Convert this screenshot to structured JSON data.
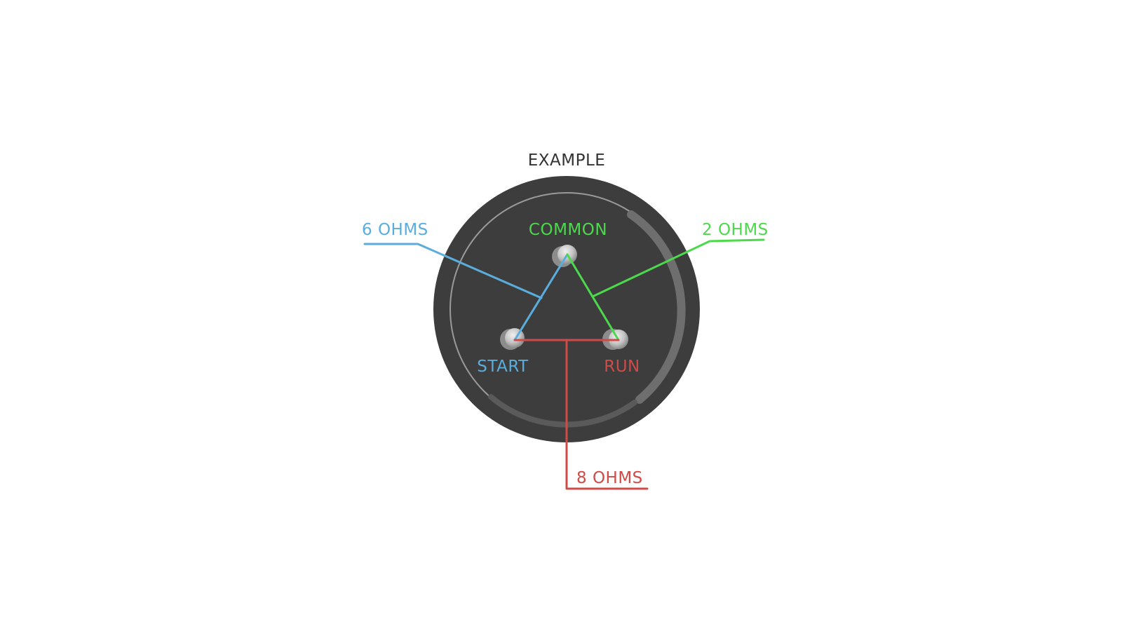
{
  "title": "EXAMPLE",
  "terminals": {
    "common": {
      "label": "COMMON",
      "color": "#4cd94c"
    },
    "start": {
      "label": "START",
      "color": "#5aaede"
    },
    "run": {
      "label": "RUN",
      "color": "#cf4b47"
    }
  },
  "readings": {
    "start_common": {
      "label": "6 OHMS",
      "color": "#5aaede"
    },
    "common_run": {
      "label": "2 OHMS",
      "color": "#4cd94c"
    },
    "start_run": {
      "label": "8 OHMS",
      "color": "#cf4b47"
    }
  },
  "colors": {
    "body": "#3d3d3d",
    "title": "#333333",
    "pin": "#bdbdbd"
  }
}
